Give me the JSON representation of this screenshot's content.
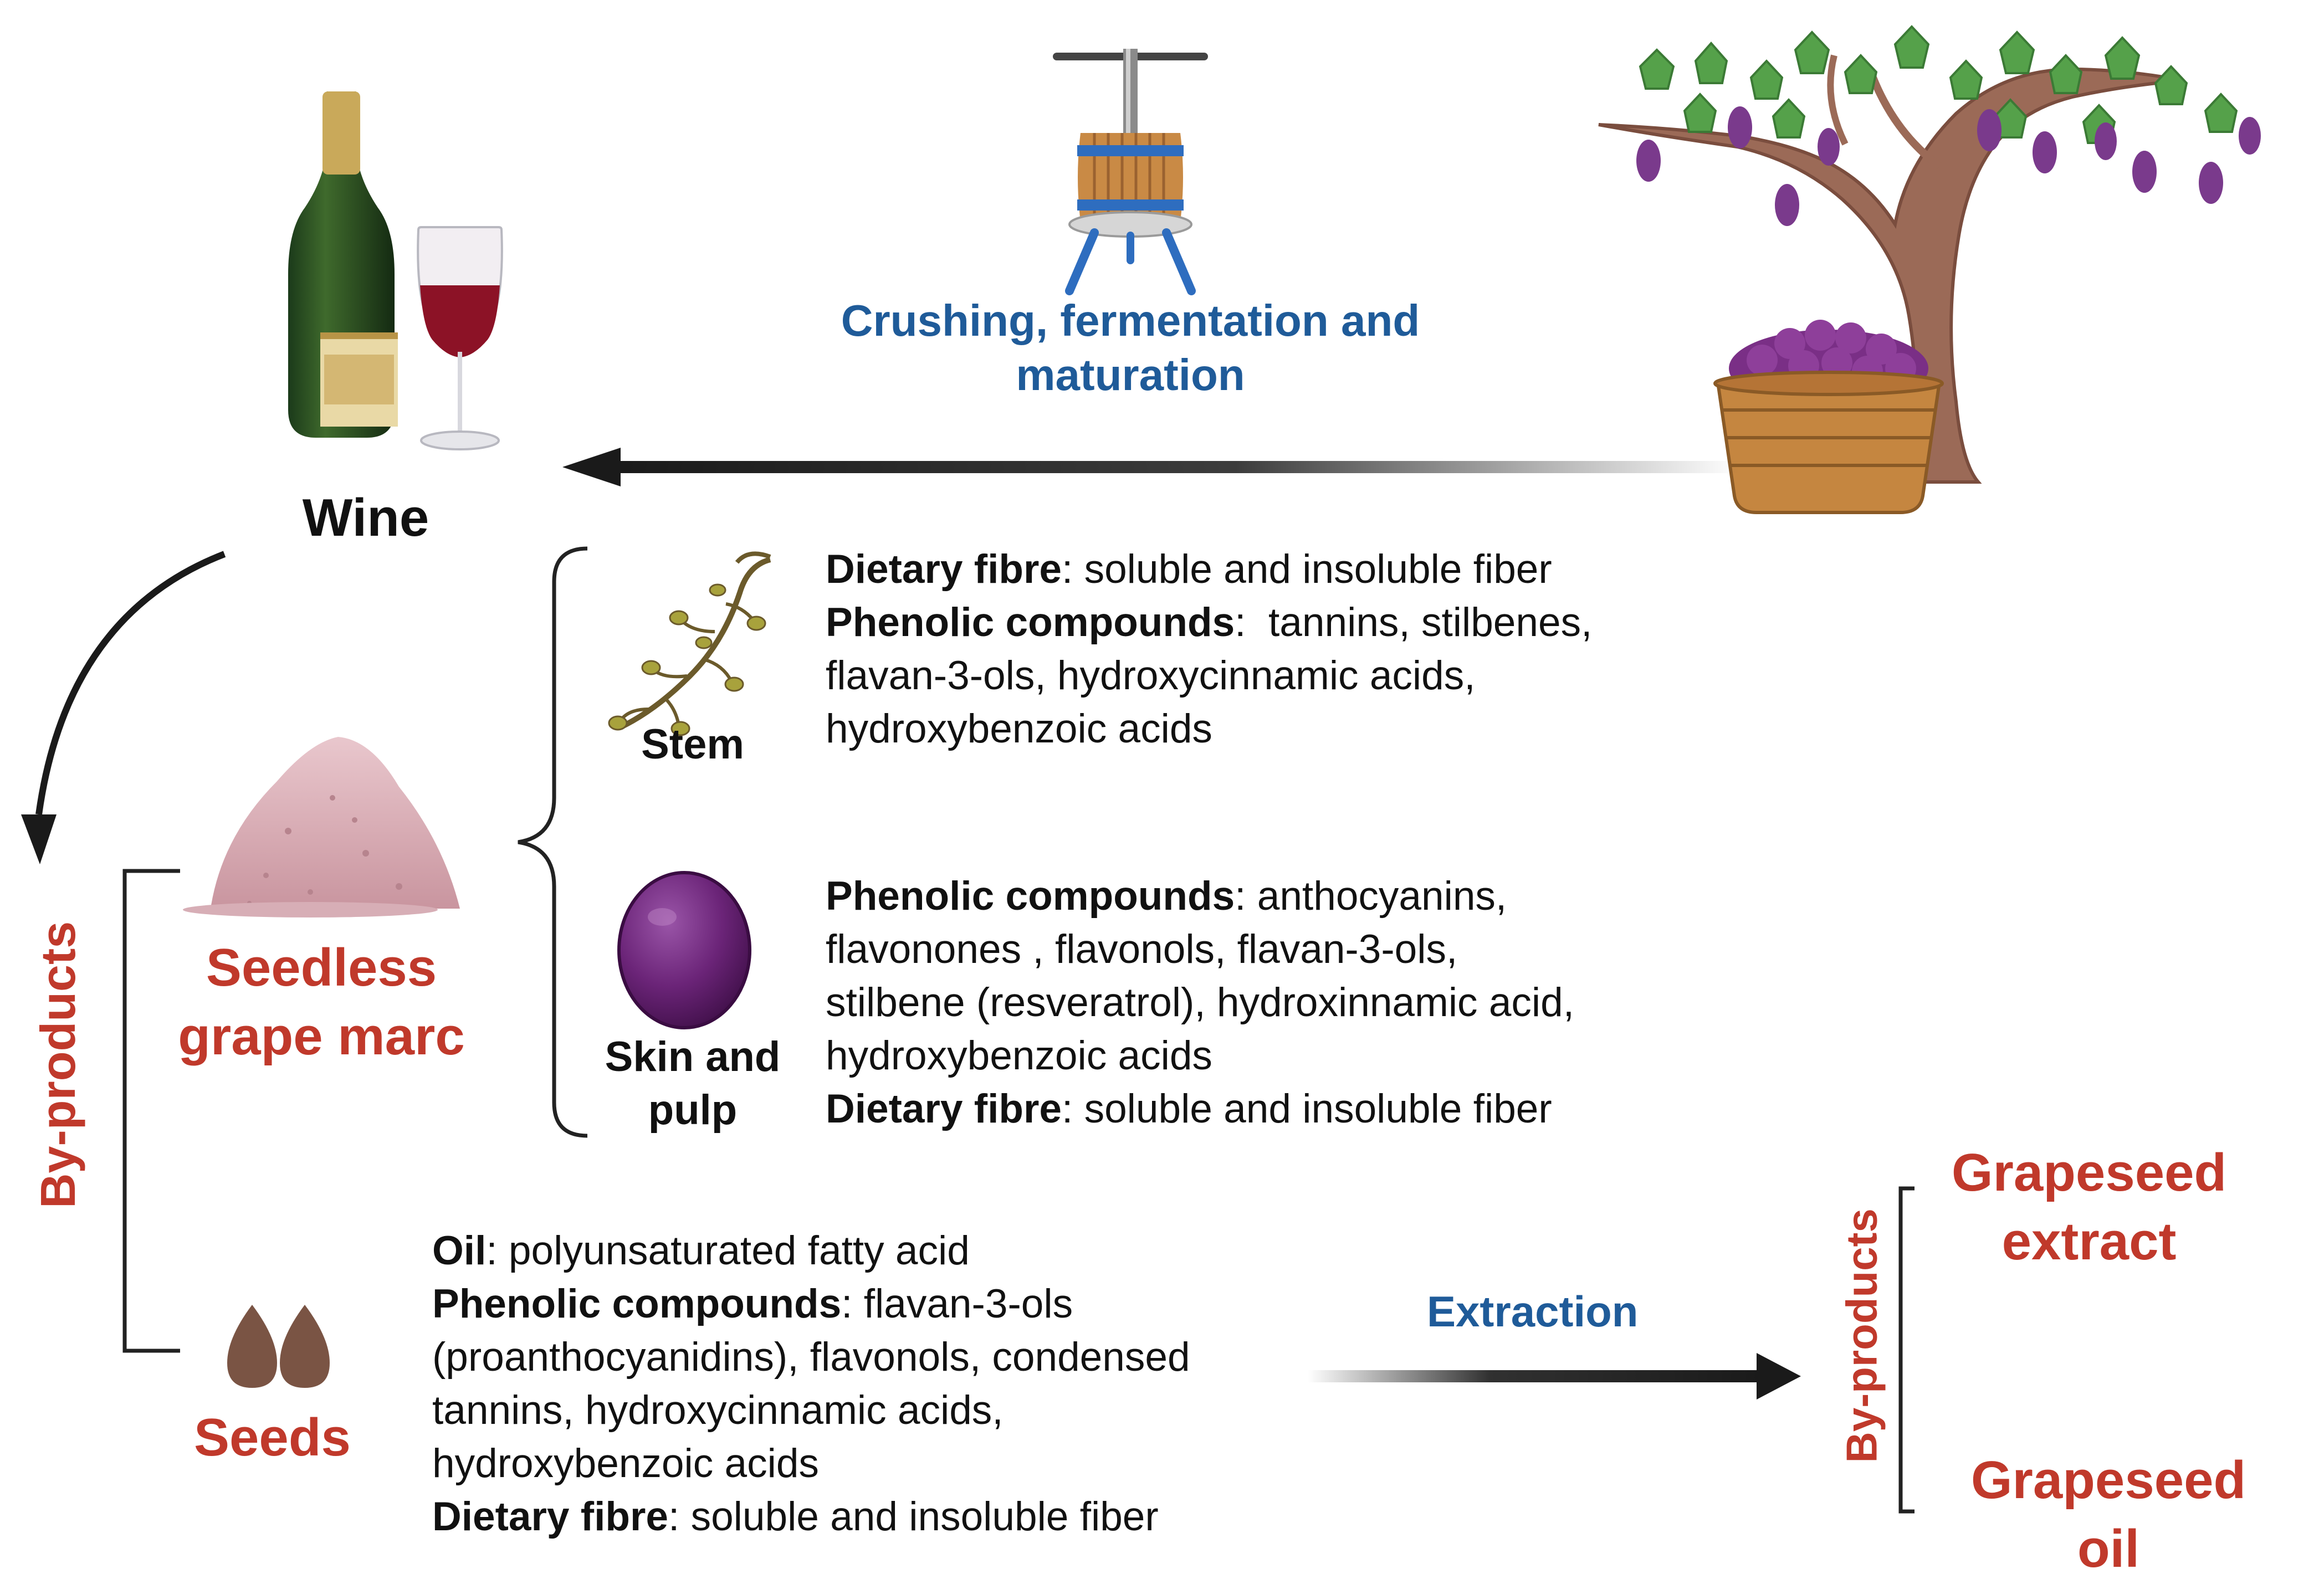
{
  "process": {
    "crushing_label_line1": "Crushing, fermentation and",
    "crushing_label_line2": "maturation",
    "extraction_label": "Extraction"
  },
  "products": {
    "wine": "Wine",
    "seedless_marc_line1": "Seedless",
    "seedless_marc_line2": "grape marc",
    "seeds": "Seeds",
    "byproducts_left": "By-products",
    "byproducts_right": "By-products",
    "grapeseed_extract_line1": "Grapeseed",
    "grapeseed_extract_line2": "extract",
    "grapeseed_oil_line1": "Grapeseed",
    "grapeseed_oil_line2": "oil"
  },
  "parts": {
    "stem": "Stem",
    "skin_pulp_line1": "Skin and",
    "skin_pulp_line2": "pulp"
  },
  "stem_desc": {
    "l1_bold": "Dietary fibre",
    "l1_rest": ": soluble and insoluble fiber",
    "l2_bold": "Phenolic compounds",
    "l2_rest": ":  tannins, stilbenes,",
    "l3": "flavan-3-ols, hydroxycinnamic acids,",
    "l4": "hydroxybenzoic acids"
  },
  "skin_desc": {
    "l1_bold": "Phenolic compounds",
    "l1_rest": ": anthocyanins,",
    "l2": "flavonones , flavonols, flavan-3-ols,",
    "l3": "stilbene (resveratrol), hydroxinnamic acid,",
    "l4": "hydroxybenzoic acids",
    "l5_bold": "Dietary fibre",
    "l5_rest": ": soluble and insoluble fiber"
  },
  "seed_desc": {
    "l1_bold": "Oil",
    "l1_rest": ": polyunsaturated fatty acid",
    "l2_bold": "Phenolic compounds",
    "l2_rest": ": flavan-3-ols",
    "l3": "(proanthocyanidins), flavonols, condensed",
    "l4": "tannins, hydroxycinnamic acids,",
    "l5": "hydroxybenzoic acids",
    "l6_bold": "Dietary fibre",
    "l6_rest": ": soluble and insoluble fiber"
  },
  "icons": [
    "wine-bottle-icon",
    "wine-glass-icon",
    "wine-press-icon",
    "grapevine-icon",
    "grape-basket-icon",
    "pomace-pile-icon",
    "grape-stem-icon",
    "grape-berry-icon",
    "grape-seed-icon"
  ],
  "colors": {
    "accent_red": "#c0392b",
    "accent_blue": "#1f5b99",
    "arrow": "#1a1a1a"
  }
}
